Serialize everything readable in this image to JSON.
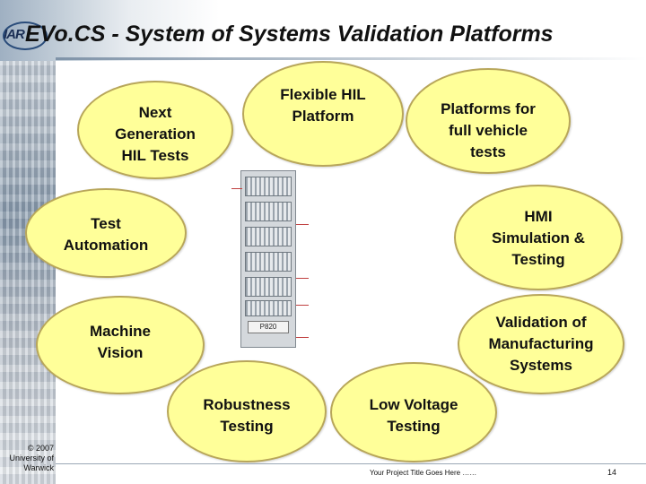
{
  "slide": {
    "title": "EVo.CS - System of Systems Validation Platforms",
    "logo_text": "IAR",
    "copyright": "© 2007\nUniversity of\nWarwick",
    "footer_text": "Your Project Title Goes Here ……",
    "page_number": "14"
  },
  "center_image": {
    "label": "P820"
  },
  "bubbles": [
    {
      "id": "next-gen-hil",
      "label": "Next\nGeneration\nHIL Tests"
    },
    {
      "id": "flexible-hil",
      "label": "Flexible HIL\nPlatform"
    },
    {
      "id": "full-vehicle",
      "label": "Platforms for\nfull vehicle\ntests"
    },
    {
      "id": "test-automation",
      "label": "Test\nAutomation"
    },
    {
      "id": "hmi",
      "label": "HMI\nSimulation &\nTesting"
    },
    {
      "id": "machine-vision",
      "label": "Machine\nVision"
    },
    {
      "id": "manufacturing",
      "label": "Validation of\nManufacturing\nSystems"
    },
    {
      "id": "robustness",
      "label": "Robustness\nTesting"
    },
    {
      "id": "low-voltage",
      "label": "Low Voltage\nTesting"
    }
  ],
  "colors": {
    "bubble_fill": "#ffff99",
    "bubble_border": "#b8a65a"
  }
}
